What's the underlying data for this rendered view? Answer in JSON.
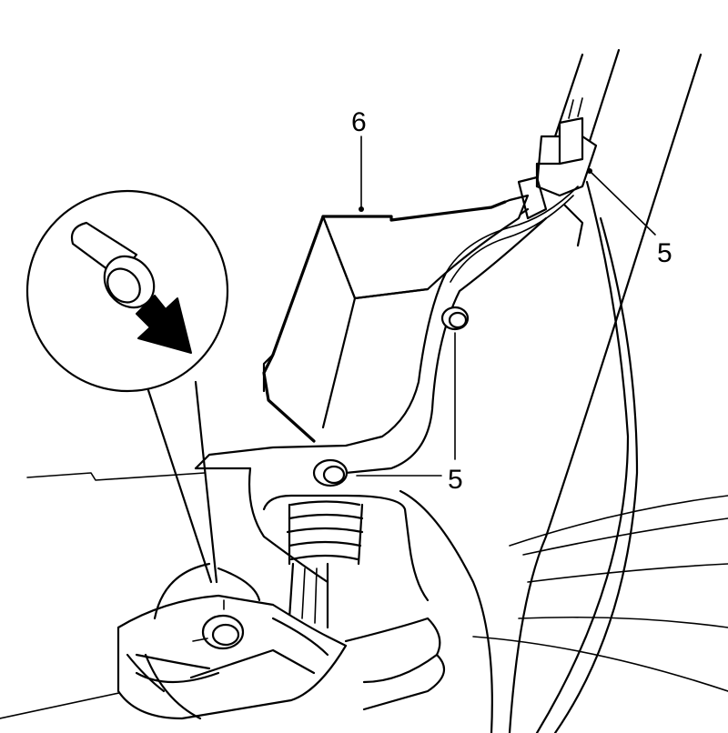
{
  "callouts": {
    "housing": "6",
    "clip_upper": "5",
    "clip_middle": "5",
    "clip_lower": "5"
  },
  "colors": {
    "ink": "#000000",
    "paper": "#ffffff"
  },
  "icons": {
    "detail_inset": "push-clip-detail",
    "direction_arrow": "removal-direction-arrow"
  }
}
